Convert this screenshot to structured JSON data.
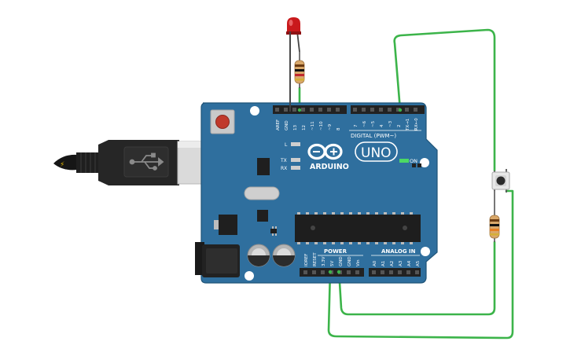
{
  "board": {
    "brand_label": "ARDUINO",
    "model_label": "UNO",
    "digital_label": "DIGITAL (PWM~)",
    "power_label": "POWER",
    "analog_label": "ANALOG IN",
    "on_label": "ON",
    "led_labels": {
      "l": "L",
      "tx": "TX",
      "rx": "RX"
    },
    "digital_pins_left": [
      "AREF",
      "GND",
      "13",
      "12",
      "~11",
      "~10",
      "~9",
      "8"
    ],
    "digital_pins_right": [
      "7",
      "~6",
      "~5",
      "4",
      "~3",
      "2",
      "TX→1",
      "RX←0"
    ],
    "power_pins": [
      "IOREF",
      "RESET",
      "3.3V",
      "5V",
      "GND",
      "GND",
      "Vin"
    ],
    "analog_pins": [
      "A0",
      "A1",
      "A2",
      "A3",
      "A4",
      "A5"
    ]
  },
  "colors": {
    "board": "#2f6f9e",
    "board_edge": "#1f5478",
    "header": "#222222",
    "wire": "#3cb44a",
    "led": "#c9191c",
    "reset_button": "#c0392b",
    "chip": "#1e1e1e"
  },
  "components": {
    "usb_icon": "usb-icon",
    "led_icon": "led-icon",
    "button_icon": "push-button-icon",
    "resistor_icon": "resistor-icon"
  }
}
